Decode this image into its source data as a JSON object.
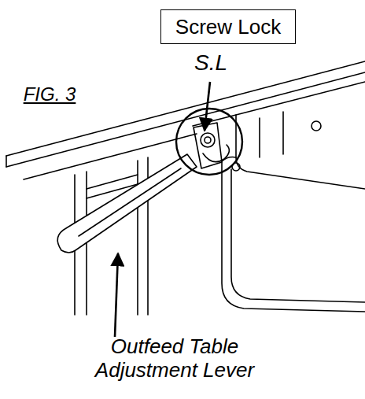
{
  "diagram": {
    "nodes": [
      {
        "text": [
          "Screw Lock"
        ]
      }
    ],
    "labels": [
      "S.L",
      "FIG. 3",
      "Outfeed Table Adjustment Lever"
    ]
  }
}
